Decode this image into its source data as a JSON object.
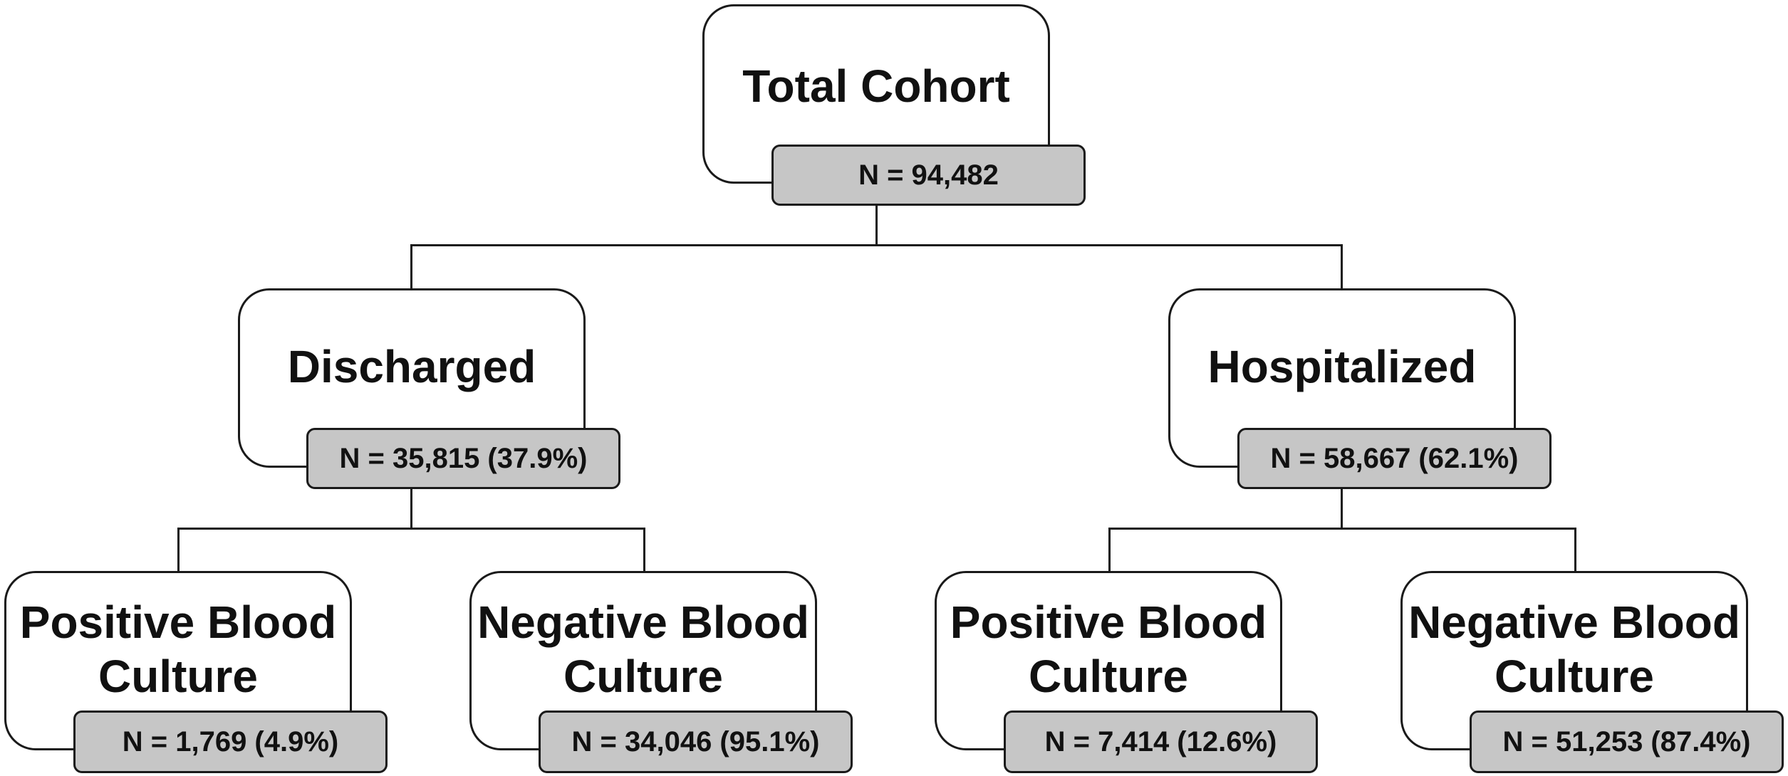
{
  "nodes": {
    "total": {
      "title": "Total Cohort",
      "count": "N = 94,482"
    },
    "discharged": {
      "title": "Discharged",
      "count": "N = 35,815 (37.9%)"
    },
    "hospitalized": {
      "title": "Hospitalized",
      "count": "N = 58,667 (62.1%)"
    },
    "discharged_positive": {
      "title_line1": "Positive Blood",
      "title_line2": "Culture",
      "count": "N = 1,769 (4.9%)"
    },
    "discharged_negative": {
      "title_line1": "Negative Blood",
      "title_line2": "Culture",
      "count": "N = 34,046 (95.1%)"
    },
    "hospitalized_positive": {
      "title_line1": "Positive Blood",
      "title_line2": "Culture",
      "count": "N = 7,414 (12.6%)"
    },
    "hospitalized_negative": {
      "title_line1": "Negative Blood",
      "title_line2": "Culture",
      "count": "N = 51,253 (87.4%)"
    }
  }
}
